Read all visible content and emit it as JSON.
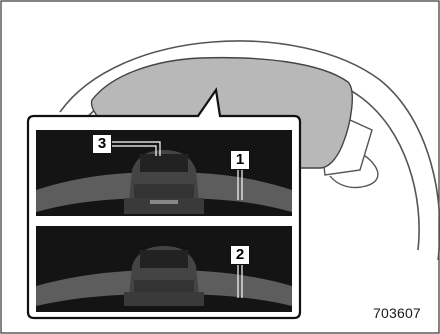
{
  "figure": {
    "id": "703607",
    "description_icons": [
      "steering-wheel-icon",
      "display-screen-icon"
    ],
    "callouts": {
      "one": "1",
      "two": "2",
      "three": "3"
    },
    "colors": {
      "frame_background": "#ffffff",
      "frame_border": "#111111",
      "screen_gray": "#b8b8b8",
      "panel_dark": "#141414"
    }
  }
}
